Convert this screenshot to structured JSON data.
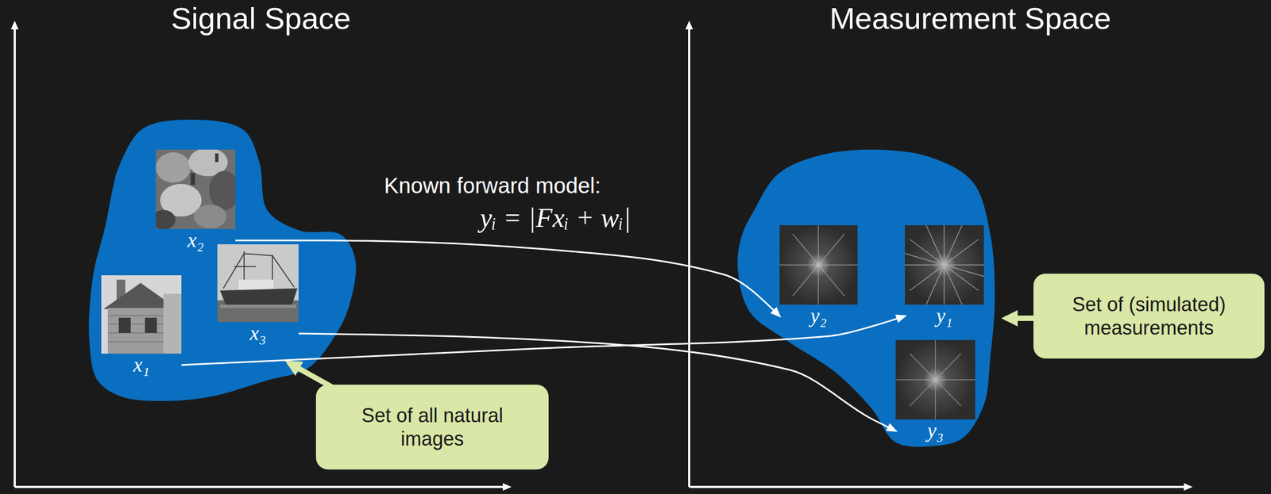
{
  "diagram": {
    "nodes": [
      {
        "text": [
          "x₂"
        ]
      },
      {
        "text": [
          "x₃"
        ]
      },
      {
        "text": [
          "x₁"
        ]
      },
      {
        "text": [
          "y₂"
        ]
      },
      {
        "text": [
          "y₁"
        ]
      },
      {
        "text": [
          "y₃"
        ]
      },
      {
        "text": [
          "Set of all natural images"
        ]
      },
      {
        "text": [
          "Set of (simulated) measurements"
        ]
      }
    ],
    "edges": [
      {
        "from": 0,
        "to": 3,
        "arrow": "to"
      },
      {
        "from": 1,
        "to": 5,
        "arrow": "to"
      },
      {
        "from": 2,
        "to": 4,
        "arrow": "to"
      }
    ],
    "labels": [
      "Signal Space",
      "Measurement Space",
      "Known forward model:",
      "yᵢ = |Fxᵢ + wᵢ|"
    ]
  }
}
